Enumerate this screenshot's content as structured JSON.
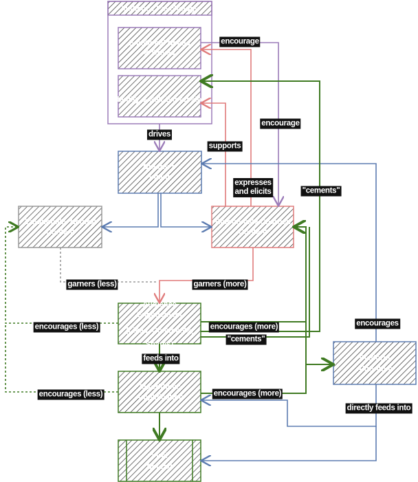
{
  "nodes": {
    "group_title": "Audience Psychology",
    "needs": [
      "Emotional Needs",
      "& Drives"
    ],
    "identity": [
      "Identity & Self-Expression"
    ],
    "creator": [
      "Creator's",
      "Intent"
    ],
    "neutral": [
      "Emotionally Neutral",
      "Content"
    ],
    "charged": [
      "Emotionally Charged",
      "Content"
    ],
    "engagement": [
      "Audience",
      "Engagement",
      "(Likes, Comments,",
      "Shares)"
    ],
    "amplification": [
      "Algorithmic",
      "Amplification"
    ],
    "viral": [
      "Viral",
      "Spread"
    ],
    "platform": [
      "Platform",
      "Algorithm"
    ]
  },
  "edges": {
    "drives": "drives",
    "encourage_top": "encourage",
    "encourage_mid": "encourage",
    "supports": "supports",
    "expresses": [
      "expresses",
      "and elicits"
    ],
    "cements_right": "\"cements\"",
    "garners_less": "garners (less)",
    "garners_more": "garners (more)",
    "encourages_less_1": "encourages (less)",
    "encourages_more_1": "encourages (more)",
    "cements_low": "\"cements\"",
    "encourages_platform": "encourages",
    "feeds_into": "feeds into",
    "encourages_less_2": "encourages (less)",
    "encourages_more_2": "encourages (more)",
    "directly_feeds_into": "directly feeds into"
  },
  "colors": {
    "purple": "#9b7bb8",
    "red": "#e07b7b",
    "blue": "#5b7bb0",
    "green": "#3f7a22",
    "gray": "#999999"
  }
}
